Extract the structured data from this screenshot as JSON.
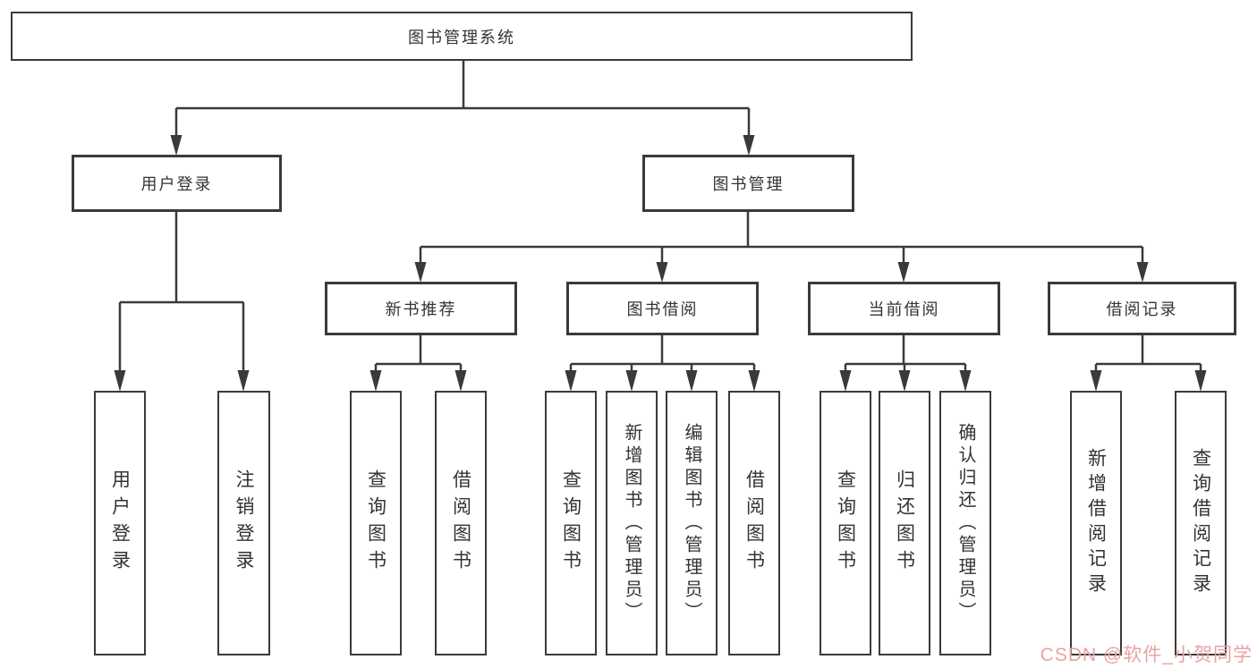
{
  "diagram": {
    "title": "图书管理系统",
    "level2": {
      "user_login": "用户登录",
      "book_management": "图书管理"
    },
    "level3": {
      "new_book_recommend": "新书推荐",
      "book_borrow": "图书借阅",
      "current_borrow": "当前借阅",
      "borrow_records": "借阅记录"
    },
    "leaves": {
      "user_login": [
        "用户登录",
        "注销登录"
      ],
      "new_book_recommend": [
        "查询图书",
        "借阅图书"
      ],
      "book_borrow": [
        "查询图书",
        "新增图书（管理员）",
        "编辑图书（管理员）",
        "借阅图书"
      ],
      "current_borrow": [
        "查询图书",
        "归还图书",
        "确认归还（管理员）"
      ],
      "borrow_records": [
        "新增借阅记录",
        "查询借阅记录"
      ]
    },
    "watermark": "CSDN @软件_小贺同学",
    "colors": {
      "line": "#3a3a3a",
      "text": "#333333",
      "background": "#ffffff",
      "watermark": "#e8a3a3"
    }
  }
}
